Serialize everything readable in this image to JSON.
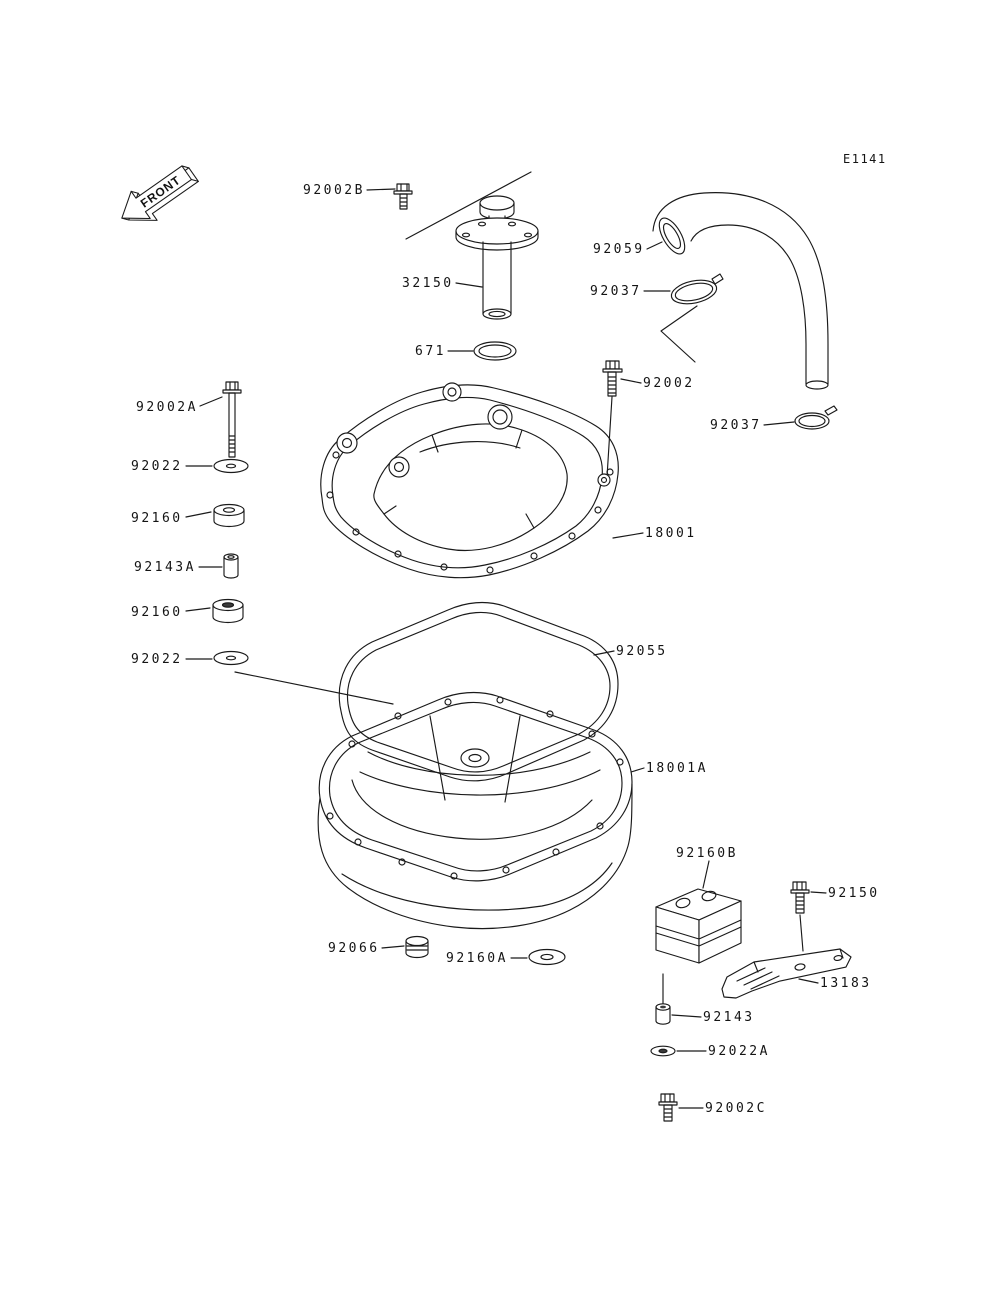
{
  "diagram": {
    "page_code": "E1141",
    "front_marker": "FRONT",
    "parts": {
      "92002B": "92002B",
      "32150": "32150",
      "671": "671",
      "92059": "92059",
      "92037": "92037",
      "92002": "92002",
      "92002A": "92002A",
      "92022": "92022",
      "92160": "92160",
      "92143A": "92143A",
      "18001": "18001",
      "92055": "92055",
      "18001A": "18001A",
      "92160B": "92160B",
      "92150": "92150",
      "13183": "13183",
      "92143": "92143",
      "92022A": "92022A",
      "92002C": "92002C",
      "92066": "92066",
      "92160A": "92160A"
    }
  }
}
